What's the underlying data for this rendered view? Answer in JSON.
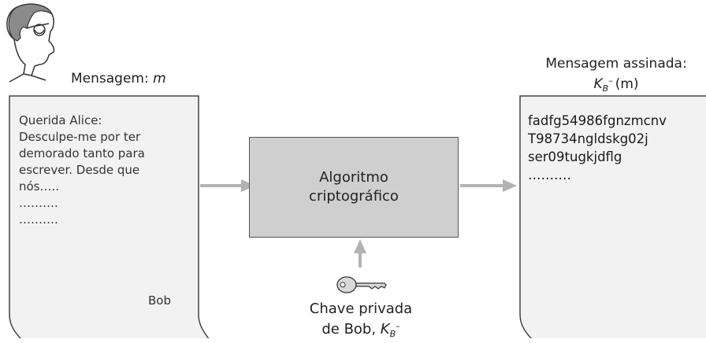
{
  "left_document": {
    "label_prefix": "Mensagem: ",
    "label_var": "m",
    "lines": [
      "Querida Alice:",
      "Desculpe-me por ter",
      "demorado tanto para",
      "escrever. Desde que",
      "nós…..",
      "……….",
      "………."
    ],
    "signature": "Bob"
  },
  "algorithm_box": {
    "line1": "Algoritmo",
    "line2": "criptográfico"
  },
  "key": {
    "line1": "Chave privada",
    "line2_prefix": "de Bob, ",
    "var_K": "K",
    "sub_B": "B",
    "sup_minus": "–",
    "icon": "key-icon"
  },
  "right_document": {
    "label_line1": "Mensagem assinada:",
    "label_var_K": "K",
    "label_sub_B": "B",
    "label_sup_minus": "–",
    "label_paren": "(m)",
    "lines": [
      "fadfg54986fgnzmcnv",
      "T98734ngldskg02j",
      "ser09tugkjdflg",
      "………."
    ]
  },
  "colors": {
    "arrow": "#b3b3b3",
    "box_fill": "#cfcfcf",
    "stroke": "#444444"
  },
  "person_icon": "person-avatar-icon"
}
